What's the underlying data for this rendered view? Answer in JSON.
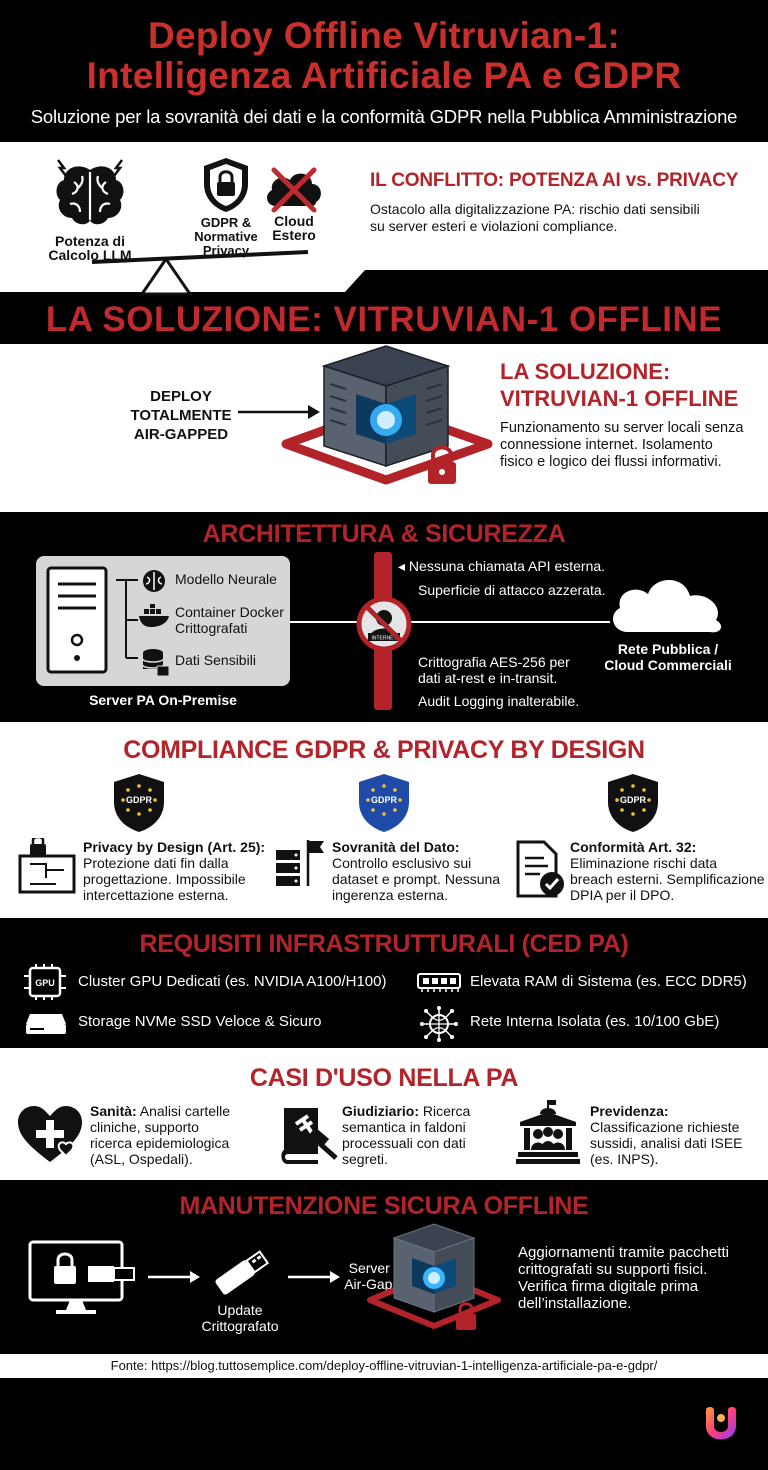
{
  "header": {
    "title_line1": "Deploy Offline Vitruvian-1:",
    "title_line2": "Intelligenza Artificiale PA e GDPR",
    "subtitle": "Soluzione per la sovranità dei dati e la conformità GDPR nella Pubblica Amministrazione"
  },
  "conflict": {
    "left_caption_1": "Potenza di",
    "left_caption_2": "Calcolo LLM",
    "gdpr_caption_1": "GDPR &",
    "gdpr_caption_2": "Normative",
    "gdpr_caption_3": "Privacy",
    "cloud_caption_1": "Cloud",
    "cloud_caption_2": "Estero",
    "title": "IL CONFLITTO: POTENZA AI vs. PRIVACY",
    "text_1": "Ostacolo alla digitalizzazione PA: rischio dati sensibili",
    "text_2": "su server esteri e violazioni compliance."
  },
  "solution_band": {
    "title": "LA SOLUZIONE: VITRUVIAN-1 OFFLINE"
  },
  "solution": {
    "deploy_1": "DEPLOY",
    "deploy_2": "TOTALMENTE",
    "deploy_3": "AIR-GAPPED",
    "title_1": "LA SOLUZIONE:",
    "title_2": "VITRUVIAN-1 OFFLINE",
    "text_1": "Funzionamento su server locali senza",
    "text_2": "connessione internet. Isolamento",
    "text_3": "fisico e logico dei flussi informativi."
  },
  "architecture": {
    "title": "ARCHITETTURA & SICUREZZA",
    "items": [
      "Modello Neurale",
      "Container Docker",
      "Crittografati",
      "Dati Sensibili"
    ],
    "server_label": "Server PA On-Premise",
    "notes": [
      "Nessuna chiamata API esterna.",
      "Superficie di attacco azzerata.",
      "Crittografia AES-256 per",
      "dati at-rest e in-transit.",
      "Audit Logging inalterabile."
    ],
    "cloud_1": "Rete Pubblica /",
    "cloud_2": "Cloud Commerciali",
    "badge_text": "INTERNET"
  },
  "gdpr": {
    "title": "COMPLIANCE GDPR & PRIVACY BY DESIGN",
    "shield_label": "GDPR",
    "cols": [
      {
        "title": "Privacy by Design (Art. 25):",
        "l1": "Protezione dati fin dalla",
        "l2": "progettazione. Impossibile",
        "l3": "intercettazione esterna."
      },
      {
        "title": "Sovranità del Dato:",
        "l1": "Controllo esclusivo sui",
        "l2": "dataset e prompt. Nessuna",
        "l3": "ingerenza esterna."
      },
      {
        "title": "Conformità Art. 32:",
        "l1": "Eliminazione rischi data",
        "l2": "breach esterni. Semplificazione",
        "l3": "DPIA per il DPO."
      }
    ]
  },
  "requirements": {
    "title": "REQUISITI INFRASTRUTTURALI (CED PA)",
    "gpu_chip": "GPU",
    "items": [
      "Cluster GPU Dedicati (es. NVIDIA A100/H100)",
      "Elevata RAM di Sistema (es. ECC DDR5)",
      "Storage NVMe SSD Veloce & Sicuro",
      "Rete Interna Isolata (es. 10/100 GbE)"
    ]
  },
  "cases": {
    "title": "CASI D'USO NELLA PA",
    "cols": [
      {
        "bold": "Sanità:",
        "l1": " Analisi cartelle",
        "l2": "cliniche, supporto",
        "l3": "ricerca epidemiologica",
        "l4": "(ASL, Ospedali)."
      },
      {
        "bold": "Giudiziario:",
        "l1": " Ricerca",
        "l2": "semantica in faldoni",
        "l3": "processuali con dati",
        "l4": "segreti."
      },
      {
        "bold": "Previdenza:",
        "l1": "",
        "l2": "Classificazione richieste",
        "l3": "sussidi, analisi dati ISEE",
        "l4": "(es. INPS)."
      }
    ]
  },
  "maintenance": {
    "title": "MANUTENZIONE SICURA OFFLINE",
    "update_1": "Update",
    "update_2": "Crittografato",
    "server_1": "Server PA",
    "server_2": "Air-Gapped",
    "text_1": "Aggiornamenti tramite pacchetti",
    "text_2": "crittografati su supporti fisici.",
    "text_3": "Verifica firma digitale prima",
    "text_4": "dell’installazione."
  },
  "source": {
    "text": "Fonte: https://blog.tuttosemplice.com/deploy-offline-vitruvian-1-intelligenza-artificiale-pa-e-gdpr/"
  },
  "colors": {
    "accent_red": "#b3242a",
    "server_glow": "#2aa8ff",
    "eu_blue": "#1f4aa8"
  }
}
